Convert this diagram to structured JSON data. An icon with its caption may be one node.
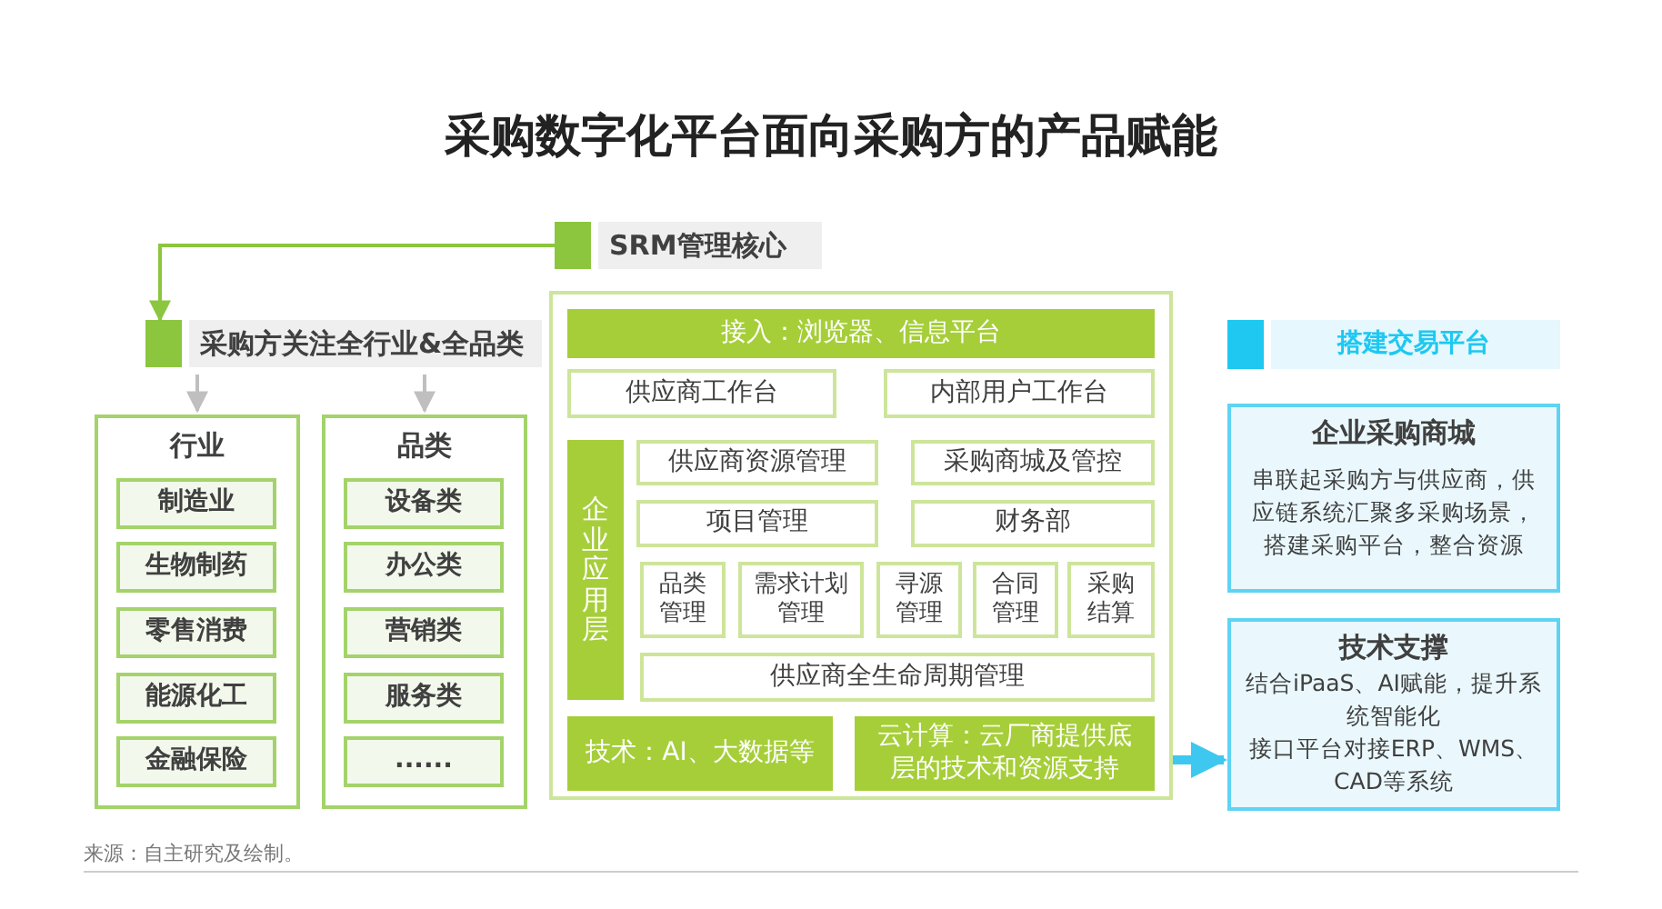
{
  "diagram": {
    "title": "采购数字化平台面向采购方的产品赋能",
    "nodes": [
      {
        "text": [
          "SRM管理核心"
        ]
      },
      {
        "text": [
          "采购方关注全行业&全品类"
        ]
      },
      {
        "text": [
          "行业"
        ]
      },
      {
        "text": [
          "制造业"
        ],
        "in": 2
      },
      {
        "text": [
          "生物制药"
        ],
        "in": 2
      },
      {
        "text": [
          "零售消费"
        ],
        "in": 2
      },
      {
        "text": [
          "能源化工"
        ],
        "in": 2
      },
      {
        "text": [
          "金融保险"
        ],
        "in": 2
      },
      {
        "text": [
          "品类"
        ]
      },
      {
        "text": [
          "设备类"
        ],
        "in": 8
      },
      {
        "text": [
          "办公类"
        ],
        "in": 8
      },
      {
        "text": [
          "营销类"
        ],
        "in": 8
      },
      {
        "text": [
          "服务类"
        ],
        "in": 8
      },
      {
        "text": [
          "......"
        ],
        "in": 8
      },
      {
        "text": [],
        "shape": "box"
      },
      {
        "text": [
          "接入：浏览器、信息平台"
        ],
        "in": 14
      },
      {
        "text": [
          "供应商工作台"
        ],
        "in": 14
      },
      {
        "text": [
          "内部用户工作台"
        ],
        "in": 14
      },
      {
        "text": [
          "企业应用层"
        ],
        "in": 14
      },
      {
        "text": [
          "供应商资源管理"
        ],
        "in": 14
      },
      {
        "text": [
          "采购商城及管控"
        ],
        "in": 14
      },
      {
        "text": [
          "项目管理"
        ],
        "in": 14
      },
      {
        "text": [
          "财务部"
        ],
        "in": 14
      },
      {
        "text": [
          "品类管理"
        ],
        "in": 14
      },
      {
        "text": [
          "需求计划管理"
        ],
        "in": 14
      },
      {
        "text": [
          "寻源管理"
        ],
        "in": 14
      },
      {
        "text": [
          "合同管理"
        ],
        "in": 14
      },
      {
        "text": [
          "采购结算"
        ],
        "in": 14
      },
      {
        "text": [
          "供应商全生命周期管理"
        ],
        "in": 14
      },
      {
        "text": [
          "技术：AI、大数据等"
        ],
        "in": 14
      },
      {
        "text": [
          "云计算：云厂商提供底层的技术和资源支持"
        ],
        "in": 14
      },
      {
        "text": [
          "搭建交易平台"
        ]
      },
      {
        "text": [
          "企业采购商城",
          "串联起采购方与供应商，供应链系统汇聚多采购场景，搭建采购平台，整合资源"
        ]
      },
      {
        "text": [
          "技术支撑",
          "结合iPaaS、AI赋能，提升系统智能化",
          "接口平台对接ERP、WMS、CAD等系统"
        ]
      }
    ],
    "edges": [
      {
        "from": 0,
        "to": 1,
        "arrow": "to",
        "color": "#8cc63f"
      },
      {
        "from": 1,
        "to": 2,
        "arrow": "to",
        "color": "#bfbfbf"
      },
      {
        "from": 1,
        "to": 8,
        "arrow": "to",
        "color": "#bfbfbf"
      },
      {
        "from": 14,
        "to": 33,
        "arrow": "to",
        "style": "thick",
        "color": "#3ec8ef"
      }
    ],
    "labels": [
      "来源：自主研究及绘制。"
    ]
  }
}
